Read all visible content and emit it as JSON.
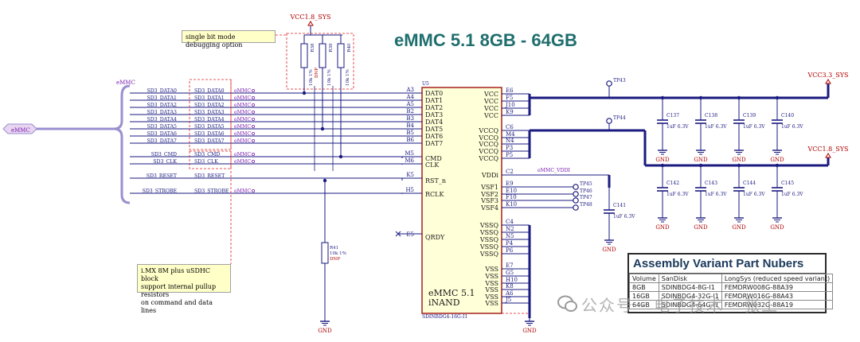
{
  "title": "eMMC 5.1 8GB - 64GB",
  "notes": {
    "debug": "single bit mode debugging option",
    "imx_lines": [
      "i.MX 8M plus uSDHC block",
      "support internal pullup resistors",
      "on command and data lines"
    ]
  },
  "power": {
    "vcc18_top": "VCC1.8_SYS",
    "vcc33": "VCC3.3_SYS",
    "vcc18_right": "VCC1.8_SYS",
    "vddi_net": "eMMC_VDDI"
  },
  "bus_label": "eMMC",
  "bus_port": "eMMC",
  "signals": [
    {
      "net": "SD3_DATA0",
      "conn": "SD3_DATA0",
      "tag": "eMMC",
      "pin": "A3",
      "name": "DAT0"
    },
    {
      "net": "SD3_DATA1",
      "conn": "SD3_DATA1",
      "tag": "eMMC",
      "pin": "A4",
      "name": "DAT1"
    },
    {
      "net": "SD3_DATA2",
      "conn": "SD3_DATA2",
      "tag": "eMMC",
      "pin": "A5",
      "name": "DAT2"
    },
    {
      "net": "SD3_DATA3",
      "conn": "SD3_DATA3",
      "tag": "eMMC",
      "pin": "B2",
      "name": "DAT3"
    },
    {
      "net": "SD3_DATA4",
      "conn": "SD3_DATA4",
      "tag": "eMMC",
      "pin": "B3",
      "name": "DAT4"
    },
    {
      "net": "SD3_DATA5",
      "conn": "SD3_DATA5",
      "tag": "eMMC",
      "pin": "B4",
      "name": "DAT5"
    },
    {
      "net": "SD3_DATA6",
      "conn": "SD3_DATA6",
      "tag": "eMMC",
      "pin": "B5",
      "name": "DAT6"
    },
    {
      "net": "SD3_DATA7",
      "conn": "SD3_DATA7",
      "tag": "eMMC",
      "pin": "B6",
      "name": "DAT7"
    },
    {
      "net": "SD3_CMD",
      "conn": "SD3_CMD",
      "tag": "eMMC",
      "pin": "M5",
      "name": "CMD"
    },
    {
      "net": "SD3_CLK",
      "conn": "SD3_CLK",
      "tag": "eMMC",
      "pin": "M6",
      "name": "CLK"
    },
    {
      "net": "SD3_RESET",
      "conn": "SD3_RESET",
      "tag": "",
      "pin": "K5",
      "name": "RST_n"
    },
    {
      "net": "SD3_STROBE",
      "conn": "SD3_STROBE",
      "tag": "eMMC",
      "pin": "H5",
      "name": "RCLK"
    }
  ],
  "chip": {
    "ref": "U5",
    "line1": "eMMC 5.1",
    "line2": "iNAND",
    "part": "SDINBDG4-16G-I1",
    "nc_pin": "E5",
    "nc_name": "QRDY",
    "vddi_pin": "C2",
    "vddi_name": "VDDi"
  },
  "right_pins": {
    "vcc": [
      {
        "pin": "E6",
        "name": "VCC"
      },
      {
        "pin": "F5",
        "name": "VCC"
      },
      {
        "pin": "J10",
        "name": "VCC"
      },
      {
        "pin": "K9",
        "name": "VCC"
      }
    ],
    "vccq": [
      {
        "pin": "C6",
        "name": "VCCQ"
      },
      {
        "pin": "M4",
        "name": "VCCQ"
      },
      {
        "pin": "N4",
        "name": "VCCQ"
      },
      {
        "pin": "P3",
        "name": "VCCQ"
      },
      {
        "pin": "P5",
        "name": "VCCQ"
      }
    ],
    "vsf": [
      {
        "pin": "E9",
        "name": "VSF1"
      },
      {
        "pin": "E10",
        "name": "VSF2"
      },
      {
        "pin": "F10",
        "name": "VSF3"
      },
      {
        "pin": "K10",
        "name": "VSF4"
      }
    ],
    "vssq": [
      {
        "pin": "C4",
        "name": "VSSQ"
      },
      {
        "pin": "N2",
        "name": "VSSQ"
      },
      {
        "pin": "N5",
        "name": "VSSQ"
      },
      {
        "pin": "P4",
        "name": "VSSQ"
      },
      {
        "pin": "P6",
        "name": "VSSQ"
      }
    ],
    "vss": [
      {
        "pin": "E7",
        "name": "VSS"
      },
      {
        "pin": "G5",
        "name": "VSS"
      },
      {
        "pin": "H10",
        "name": "VSS"
      },
      {
        "pin": "K8",
        "name": "VSS"
      },
      {
        "pin": "A6",
        "name": "VSS"
      },
      {
        "pin": "J5",
        "name": "VSS"
      }
    ]
  },
  "testpoints": {
    "vsf": [
      "TP45",
      "TP46",
      "TP47",
      "TP48"
    ],
    "tp43": "TP43",
    "tp44": "TP44"
  },
  "pullups": [
    {
      "ref": "R38",
      "value": "10k 1%"
    },
    {
      "ref": "R39",
      "value": "10k 1%",
      "dnp": "DNP"
    },
    {
      "ref": "R40",
      "value": "10k 1%"
    }
  ],
  "r41": {
    "ref": "R41",
    "value": "10k 1%",
    "dnp": "DNP"
  },
  "caps_vcc": [
    {
      "ref": "C137",
      "value": "1uF 6.3V"
    },
    {
      "ref": "C138",
      "value": "1uF 6.3V"
    },
    {
      "ref": "C139",
      "value": "1uF 6.3V"
    },
    {
      "ref": "C140",
      "value": "1uF 6.3V"
    }
  ],
  "caps_vccq": [
    {
      "ref": "C142",
      "value": "1uF 6.3V"
    },
    {
      "ref": "C143",
      "value": "1uF 6.3V"
    },
    {
      "ref": "C144",
      "value": "1uF 6.3V"
    },
    {
      "ref": "C145",
      "value": "1uF 6.3V"
    }
  ],
  "cap_vddi": {
    "ref": "C141",
    "value": "1uF 6.3V"
  },
  "gnd_label": "GND",
  "assembly": {
    "title": "Assembly Variant Part Nubers",
    "headers": [
      "Volume",
      "SanDisk",
      "LongSys (reduced speed variant)"
    ],
    "rows": [
      [
        "8GB",
        "SDINBDG4-8G-I1",
        "FEMDRW008G-88A39"
      ],
      [
        "16GB",
        "SDINBDG4-32G-I1",
        "FEMDRW016G-88A43"
      ],
      [
        "64GB",
        "SDINBDG4-64G-I1",
        "FEMDRW032G-88A19"
      ]
    ]
  },
  "watermark": "公众号 · 电子技术 · 张工",
  "colors": {
    "wire": "#1a1a80",
    "label": "#1a1a80",
    "power": "#b00000",
    "bus": "#9a8fd0",
    "conn": "#7a1fb0",
    "chip": "#ffffd8",
    "chip_border": "#a01010",
    "pin": "#1a1a80"
  }
}
